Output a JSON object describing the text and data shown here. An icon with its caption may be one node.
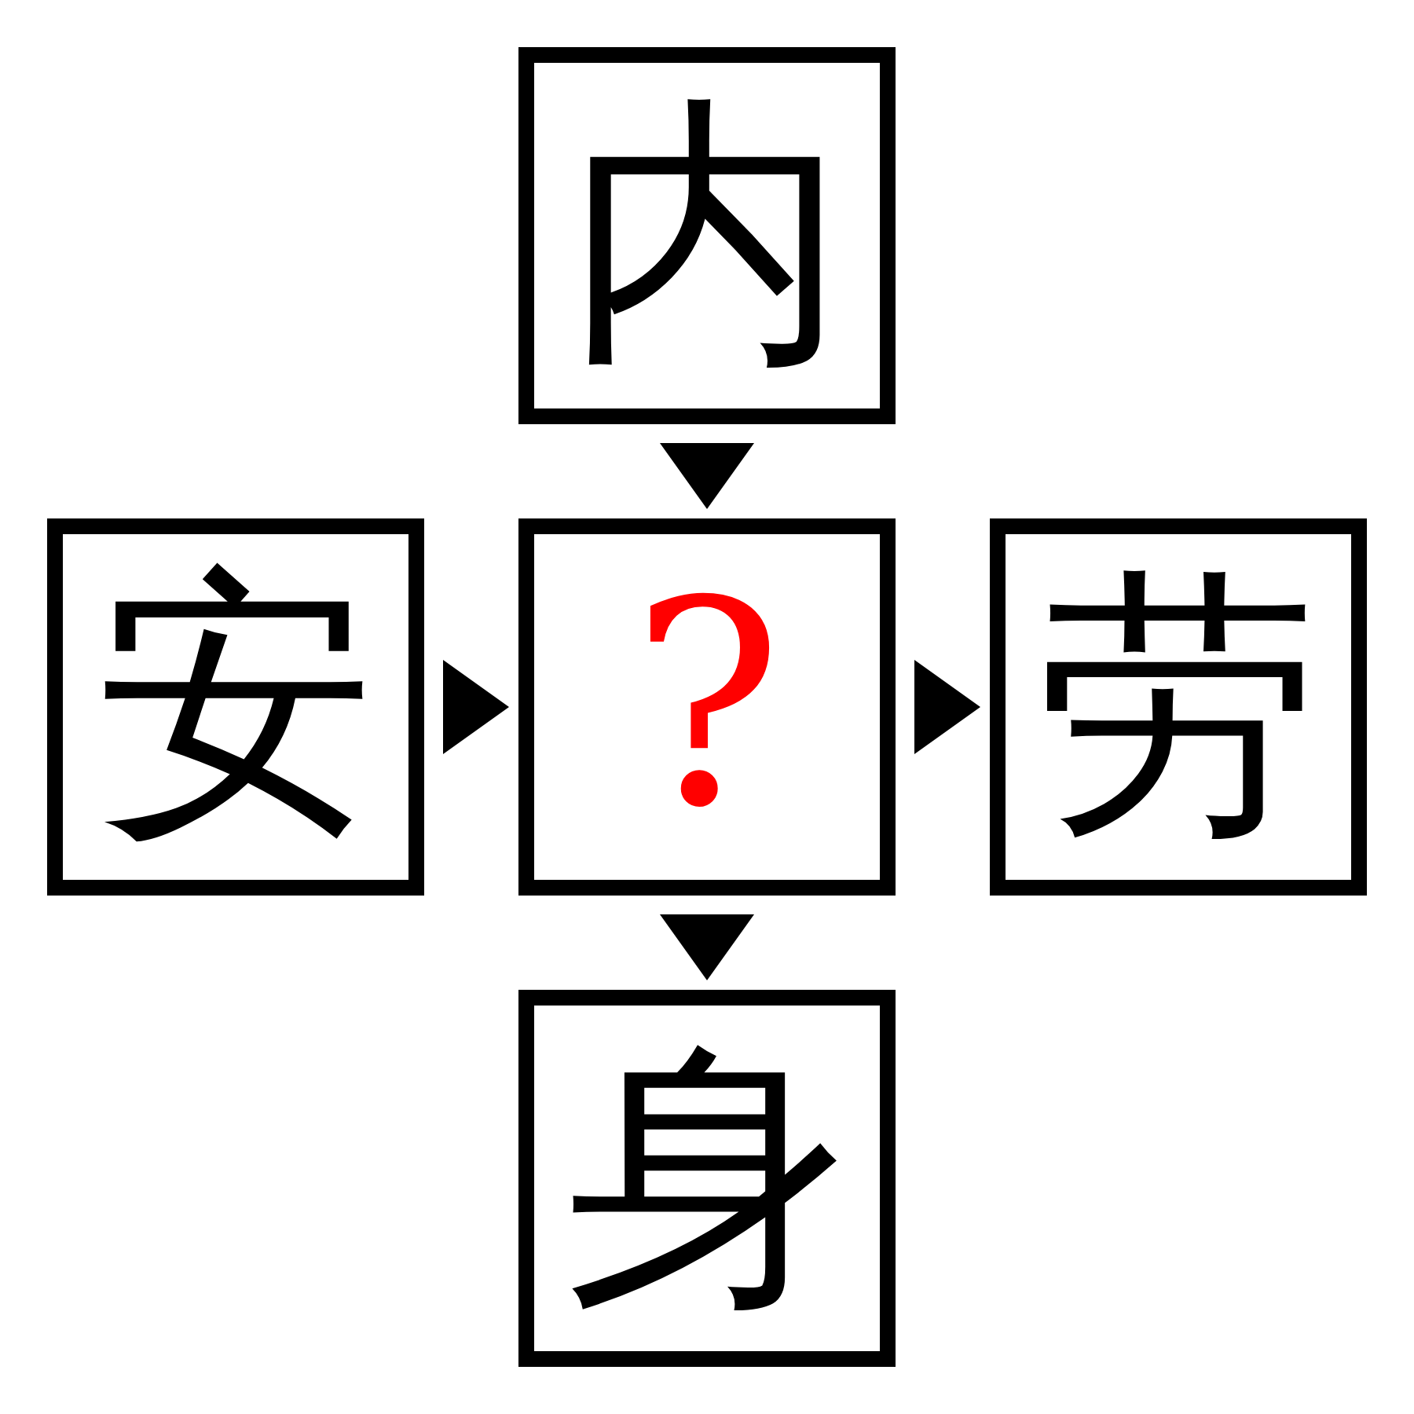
{
  "diagram": {
    "nodes": [
      {
        "text": [
          "内"
        ]
      },
      {
        "text": [
          "安"
        ]
      },
      {
        "text": [
          "?"
        ]
      },
      {
        "text": [
          "劳"
        ]
      },
      {
        "text": [
          "身"
        ]
      }
    ],
    "edges": [
      {
        "from": 0,
        "to": 2,
        "arrow": "to"
      },
      {
        "from": 1,
        "to": 2,
        "arrow": "to"
      },
      {
        "from": 2,
        "to": 3,
        "arrow": "to"
      },
      {
        "from": 2,
        "to": 4,
        "arrow": "to"
      }
    ]
  }
}
